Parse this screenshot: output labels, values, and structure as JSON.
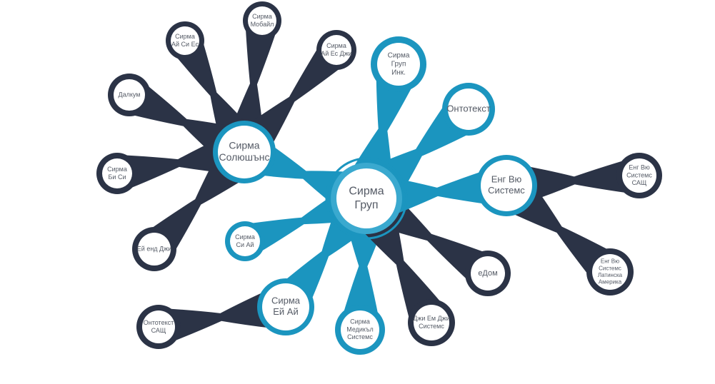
{
  "colors": {
    "dark": "#2b3346",
    "blue": "#1b95bf",
    "ring": "#3aa9cf",
    "fill": "#ffffff",
    "text": "#555b66"
  },
  "root": {
    "id": "root",
    "lines": [
      "Сирма",
      "Груп"
    ]
  },
  "hubs": [
    {
      "id": "sirma-solutions",
      "lines": [
        "Сирма",
        "Солюшънс"
      ]
    },
    {
      "id": "eng-vu-systems",
      "lines": [
        "Енг Вю",
        "Системс"
      ]
    },
    {
      "id": "sirma-ai",
      "lines": [
        "Сирма",
        "Ей Ай"
      ]
    }
  ],
  "nodes": [
    {
      "id": "sirma-mobile",
      "lines": [
        "Сирма",
        "Мобайл"
      ]
    },
    {
      "id": "sirma-ai-si-es",
      "lines": [
        "Сирма",
        "Ай Си Ес"
      ]
    },
    {
      "id": "sirma-ai-es-dzhi",
      "lines": [
        "Сирма",
        "Ай Ес Джи"
      ]
    },
    {
      "id": "dalkum",
      "lines": [
        "Далкум"
      ]
    },
    {
      "id": "sirma-bi-si",
      "lines": [
        "Сирма",
        "Би Си"
      ]
    },
    {
      "id": "ei-end-dzhi",
      "lines": [
        "Ей енд Джи"
      ]
    },
    {
      "id": "sirma-si-ai",
      "lines": [
        "Сирма",
        "Си Ай"
      ]
    },
    {
      "id": "sirma-grup-inc",
      "lines": [
        "Сирма",
        "Груп",
        "Инк."
      ]
    },
    {
      "id": "ontotext",
      "lines": [
        "Онтотекст"
      ]
    },
    {
      "id": "edom",
      "lines": [
        "еДом"
      ]
    },
    {
      "id": "sirma-medical",
      "lines": [
        "Сирма",
        "Медикъл",
        "Системс"
      ]
    },
    {
      "id": "dzhi-em-dzhi",
      "lines": [
        "Джи Ем Джи",
        "Системс"
      ]
    },
    {
      "id": "ontotext-usa",
      "lines": [
        "Онтотекст",
        "САЩ"
      ]
    },
    {
      "id": "eng-vu-usa",
      "lines": [
        "Енг Вю",
        "Системс",
        "САЩ"
      ]
    },
    {
      "id": "eng-vu-latam",
      "lines": [
        "Енг Вю",
        "Системс",
        "Латинска",
        "Америка"
      ]
    }
  ]
}
